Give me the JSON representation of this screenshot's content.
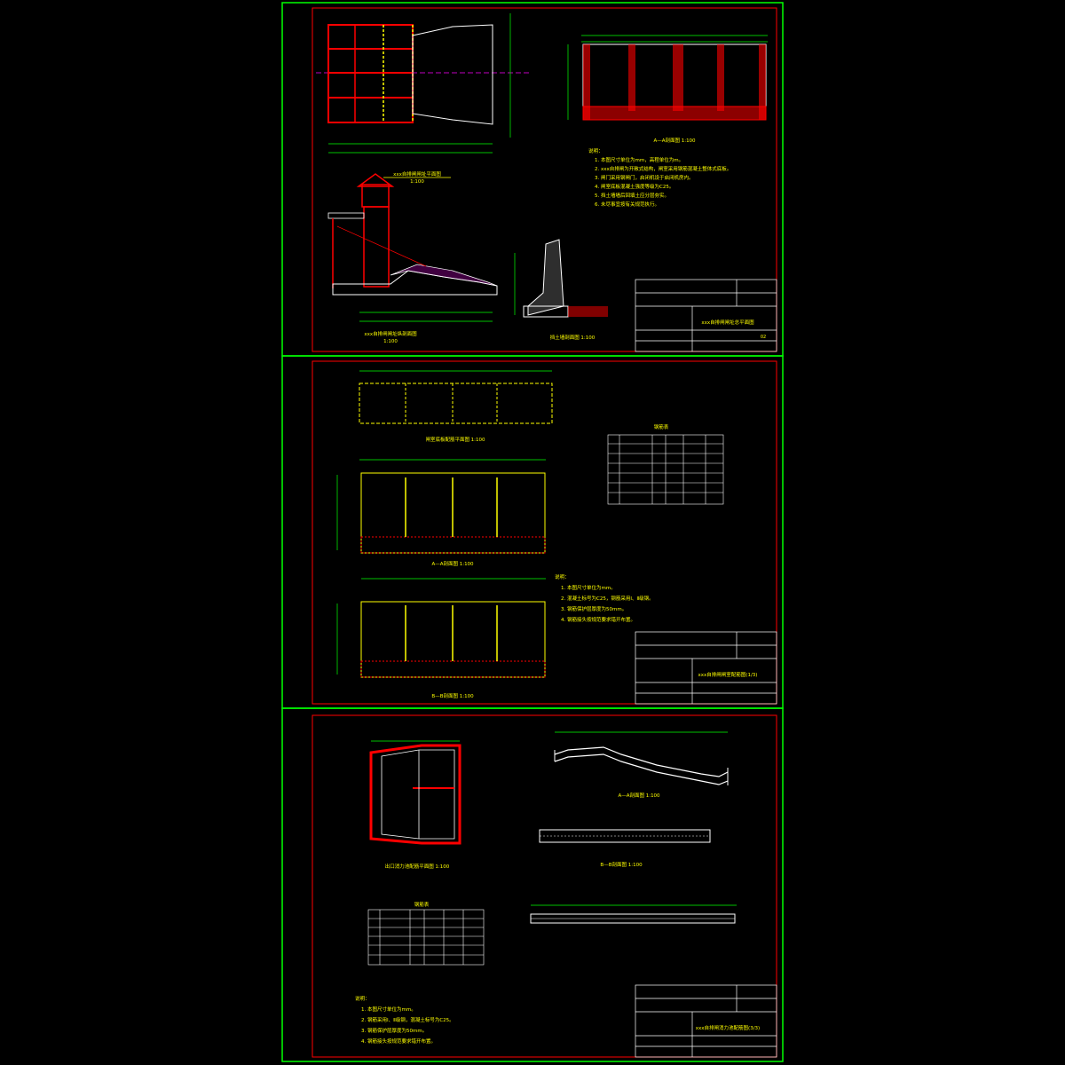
{
  "colors": {
    "background": "#000000",
    "frame": "#00ff00",
    "border": "#ff0000",
    "note_text": "#ffff00",
    "concrete": "#ff0000",
    "outline": "#ffffff",
    "rebar": "#ffff00",
    "dimension": "#00ff00",
    "hatch": "#ff00ff"
  },
  "sheets": [
    {
      "plan_title": "xxx自排闸闸址平面图",
      "plan_scale": "1:100",
      "section_a_title": "A—A剖面图 1:100",
      "longitudinal_title": "xxx自排闸闸址纵剖面图",
      "longitudinal_scale": "1:100",
      "wall_section_title": "挡土墙剖面图 1:100",
      "notes_heading": "说明：",
      "notes": [
        "1. 本图尺寸单位为mm，高程单位为m。",
        "2. xxx自排闸为开敞式结构，闸室采用钢筋混凝土整体式底板。",
        "3. 闸门采用钢闸门，启闭机设于启闭机房内。",
        "4. 闸室底板混凝土强度等级为C25。",
        "5. 挡土墙墙后回填土应分层夯实。",
        "6. 未尽事宜按有关规范执行。"
      ],
      "title_block": "xxx自排闸闸址总平面图",
      "drawing_no": "02"
    },
    {
      "plan_title": "闸室底板配筋平面图 1:100",
      "section_a_title": "A—A剖面图 1:100",
      "section_b_title": "B—B剖面图 1:100",
      "rebar_table_title": "钢筋表",
      "notes_heading": "说明：",
      "notes": [
        "1. 本图尺寸单位为mm。",
        "2. 混凝土标号为C25，钢筋采用Ⅰ、Ⅱ级钢。",
        "3. 钢筋保护层厚度为50mm。",
        "4. 钢筋接头按规范要求错开布置。"
      ],
      "title_block": "xxx自排闸闸室配筋图(1/3)"
    },
    {
      "plan_title": "出口消力池配筋平面图 1:100",
      "section_a_title": "A—A剖面图 1:100",
      "section_b_title": "B—B剖面图 1:100",
      "rebar_table_title": "钢筋表",
      "notes_heading": "说明：",
      "notes": [
        "1. 本图尺寸单位为mm。",
        "2. 钢筋采用Ⅰ、Ⅱ级钢，混凝土标号为C25。",
        "3. 钢筋保护层厚度为50mm。",
        "4. 钢筋接头按规范要求错开布置。"
      ],
      "title_block": "xxx自排闸消力池配筋图(3/3)"
    }
  ]
}
